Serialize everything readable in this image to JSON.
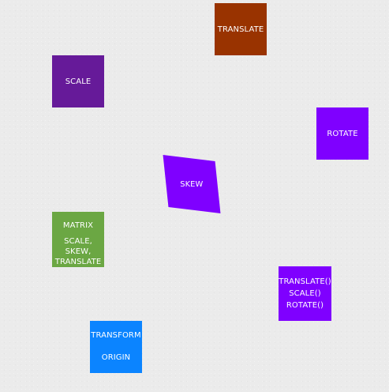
{
  "tiles": {
    "translate": {
      "lines": [
        "TRANSLATE"
      ],
      "color": "#993300"
    },
    "scale": {
      "lines": [
        "SCALE"
      ],
      "color": "#661a99"
    },
    "rotate": {
      "lines": [
        "ROTATE"
      ],
      "color": "#7f00ff"
    },
    "skew": {
      "lines": [
        "SKEW"
      ],
      "color": "#7f00ff"
    },
    "matrix": {
      "lines": [
        "MATRIX",
        "SCALE, SKEW,",
        "TRANSLATE"
      ],
      "color": "#6ba743"
    },
    "combined": {
      "lines": [
        "TRANSLATE()",
        "SCALE()",
        "ROTATE()"
      ],
      "color": "#7f00ff"
    },
    "origin": {
      "lines": [
        "TRANSFORM",
        "ORIGIN"
      ],
      "color": "#0b84ff"
    }
  }
}
